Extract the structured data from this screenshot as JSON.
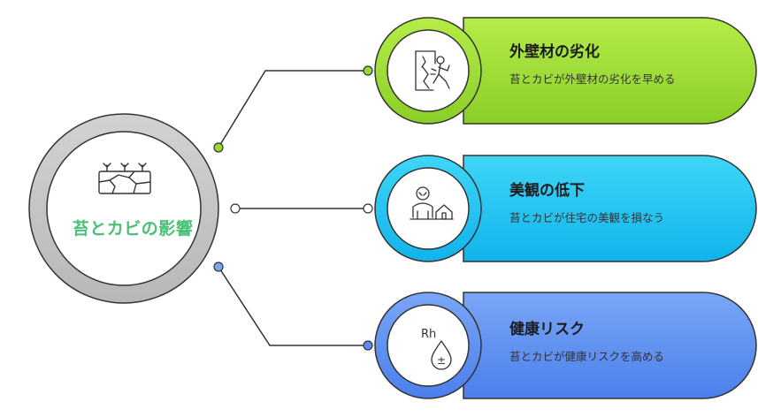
{
  "center": {
    "title": "苔とカビの影響",
    "icon": "cracked-wall-with-moss-icon"
  },
  "items": [
    {
      "title": "外壁材の劣化",
      "description": "苔とカビが外壁材の劣化を早める",
      "icon": "person-breaking-wall-icon",
      "color": "#96d835"
    },
    {
      "title": "美観の低下",
      "description": "苔とカビが住宅の美観を損なう",
      "icon": "person-with-house-icon",
      "color": "#1fc1f0"
    },
    {
      "title": "健康リスク",
      "description": "苔とカビが健康リスクを高める",
      "icon": "rh-humidity-drop-icon",
      "color": "#5c8cf0"
    }
  ],
  "icon_texts": {
    "rh": "Rh",
    "plus_minus": "±"
  },
  "colors": {
    "center_ring": "#c4c4c4",
    "title_green": "#49c178",
    "outline": "#333333"
  }
}
